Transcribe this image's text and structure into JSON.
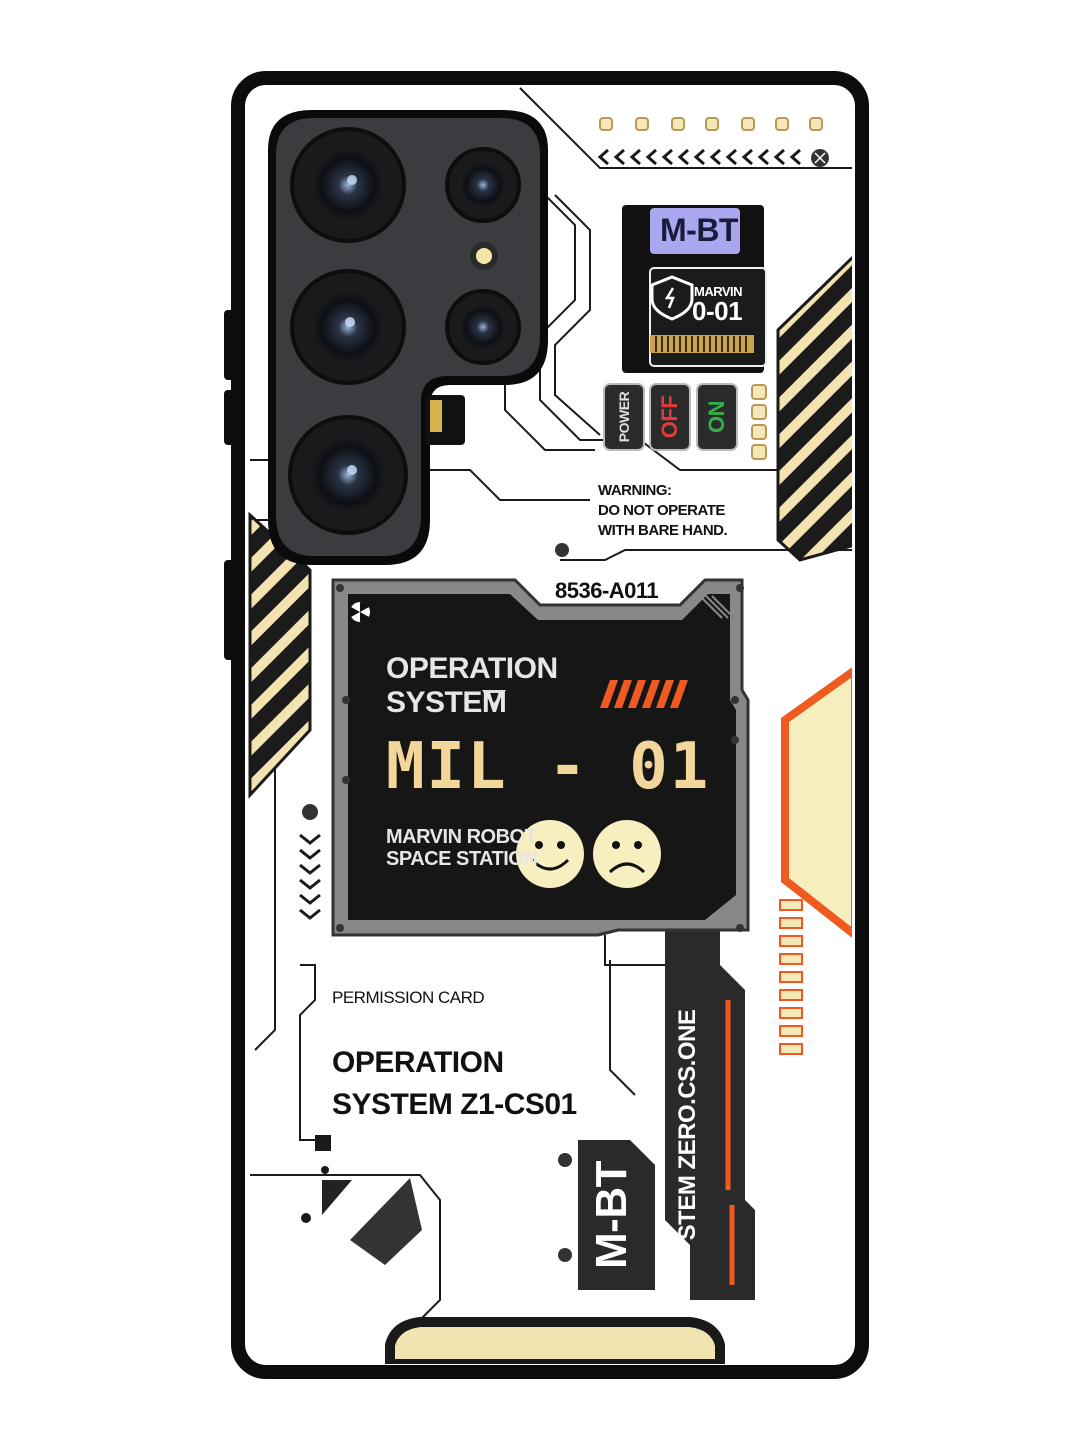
{
  "case": {
    "colors": {
      "frame": "#0c0c0c",
      "surface": "#ffffff",
      "cream": "#f7efbf",
      "orange": "#ee5a1f",
      "dark": "#1a1a1a",
      "lavender": "#a9a7f0",
      "red": "#e33b3b",
      "green": "#2fb24a"
    },
    "camera": {
      "lens_count": 5
    },
    "badge": {
      "top": "M-BT",
      "name": "MARVIN",
      "code": "0-01",
      "icon": "shield-bolt-icon"
    },
    "switches": {
      "power": "POWER",
      "off": "OFF",
      "on": "ON"
    },
    "warning": {
      "line1": "WARNING:",
      "line2": "DO NOT OPERATE",
      "line3": "WITH BARE HAND."
    },
    "serial": "8536-A011",
    "panel": {
      "os_line1": "OPERATION",
      "os_line2": "SYSTEM",
      "model": "MIL - 01",
      "sub_line1": "MARVIN ROBOT",
      "sub_line2": "SPACE STATION",
      "icons": [
        "smiley-happy-icon",
        "smiley-sad-icon"
      ]
    },
    "permission": {
      "label": "PERMISSION CARD",
      "line1": "OPERATION",
      "line2": "SYSTEM Z1-CS01"
    },
    "vertical": {
      "mbt": "M-BT",
      "stem": "STEM ZERO.CS.ONE"
    }
  }
}
